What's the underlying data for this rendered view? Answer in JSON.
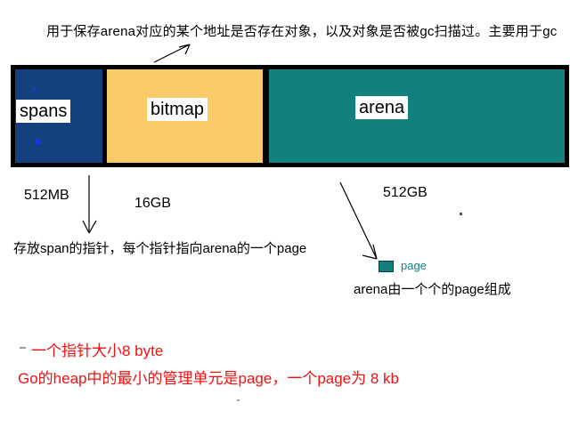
{
  "top_annotation": {
    "text": "用于保存arena对应的某个地址是否存在对象，以及对象是否被gc扫描过。主要用于gc"
  },
  "heap_diagram": {
    "border_color": "#000000",
    "segments": [
      {
        "id": "spans",
        "label": "spans",
        "size_label": "512MB",
        "color": "#14417e"
      },
      {
        "id": "bitmap",
        "label": "bitmap",
        "size_label": "16GB",
        "color": "#fbcb69"
      },
      {
        "id": "arena",
        "label": "arena",
        "size_label": "512GB",
        "color": "#12807d"
      }
    ]
  },
  "notes": {
    "spans_pointer_note": "存放span的指针，每个指针指向arena的一个page",
    "page_swatch_label": "page",
    "page_swatch_color": "#12807d",
    "page_label_color": "#0e8384",
    "arena_page_note": "arena由一个个的page组成"
  },
  "red_notes": {
    "color": "#f50f0f",
    "line1": "一个指针大小8 byte",
    "line2": "Go的heap中的最小的管理单元是page，一个page为 8 kb"
  }
}
